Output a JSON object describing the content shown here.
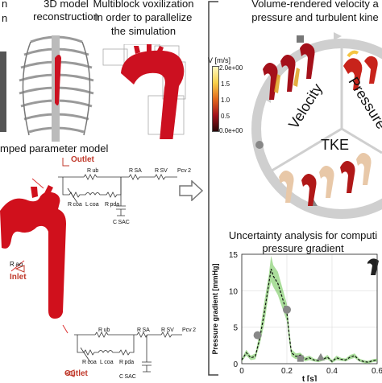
{
  "left": {
    "partial_heading": "n",
    "partial_heading_2": "n",
    "model_heading_line1": "3D model",
    "model_heading_line2": "reconstruction",
    "voxel_heading_line1": "Multiblock voxilization",
    "voxel_heading_line2": "in order to parallelize",
    "voxel_heading_line3": "the simulation",
    "lumped_heading": "mped parameter model",
    "outlet_label": "Outlet",
    "inlet_label": "Inlet",
    "circuit_top": {
      "r_ub": "R ub",
      "r_sa": "R SA",
      "r_sv": "R SV",
      "p_cv": "Pcv 2",
      "r_coa": "R coa",
      "l_coa": "L coa",
      "r_pda": "R pda",
      "c_sac": "C SAC"
    },
    "circuit_bottom": {
      "r_ub": "R ub",
      "r_sa": "R SA",
      "r_sv": "R SV",
      "p_cv": "Pcv 2",
      "r_coa": "R coa",
      "l_coa": "L coa",
      "r_pda": "R pda",
      "c_sac": "C SAC"
    },
    "r_ao": "R ao"
  },
  "right": {
    "volume_title_line1": "Volume-rendered velocity a",
    "volume_title_line2": "pressure and turbulent kine",
    "colorbar": {
      "title": "V [m/s]",
      "ticks": [
        "2.0e+00",
        "1.5",
        "1.0",
        "0.5",
        "0.0e+00"
      ]
    },
    "segments": [
      "Velocity",
      "Pressure",
      "TKE"
    ],
    "uq_title_line1": "Uncertainty analysis for computi",
    "uq_title_line2": "pressure gradient"
  },
  "chart_data": {
    "type": "line",
    "title": "",
    "xlabel": "t [s]",
    "ylabel": "Pressure gradient [mmHg]",
    "xlim": [
      0,
      0.6
    ],
    "ylim": [
      0,
      15
    ],
    "x_ticks": [
      "0",
      "0.2",
      "0.4",
      "0.6"
    ],
    "y_ticks": [
      "0",
      "5",
      "10",
      "15"
    ],
    "grid": true,
    "series": [
      {
        "style": "dashed-black-with-green-band",
        "x": [
          0.0,
          0.02,
          0.04,
          0.06,
          0.08,
          0.1,
          0.12,
          0.13,
          0.14,
          0.16,
          0.18,
          0.2,
          0.21,
          0.22,
          0.24,
          0.26,
          0.28,
          0.3,
          0.32,
          0.34,
          0.36,
          0.38,
          0.4,
          0.42,
          0.44,
          0.46,
          0.48,
          0.5,
          0.52,
          0.54,
          0.56,
          0.58,
          0.6
        ],
        "y": [
          0.5,
          1.5,
          0.8,
          1.0,
          3.5,
          7.0,
          11.0,
          13.0,
          12.0,
          11.0,
          9.0,
          7.0,
          4.0,
          1.5,
          1.0,
          1.2,
          0.6,
          0.8,
          0.5,
          0.4,
          0.6,
          0.9,
          0.3,
          0.8,
          0.6,
          0.5,
          0.9,
          1.1,
          0.5,
          0.3,
          0.2,
          0.4,
          0.5
        ],
        "band_halfwidth": [
          0.2,
          0.4,
          0.3,
          0.4,
          0.8,
          1.5,
          1.2,
          1.8,
          1.5,
          1.6,
          1.4,
          1.2,
          1.0,
          0.5,
          0.4,
          0.3,
          0.3,
          0.3,
          0.2,
          0.2,
          0.2,
          0.3,
          0.2,
          0.3,
          0.2,
          0.2,
          0.3,
          0.3,
          0.2,
          0.2,
          0.2,
          0.2,
          0.2
        ]
      }
    ],
    "markers": [
      {
        "x": 0.07,
        "y": 3.9,
        "shape": "circle"
      },
      {
        "x": 0.2,
        "y": 7.4,
        "shape": "circle"
      },
      {
        "x": 0.26,
        "y": 0.7,
        "shape": "square"
      },
      {
        "x": 0.35,
        "y": 0.9,
        "shape": "triangle"
      }
    ]
  },
  "colors": {
    "aorta": "#d0101c",
    "accent_red": "#c0392b",
    "band": "#66c34a",
    "grey_ring": "#c8c8c8"
  }
}
